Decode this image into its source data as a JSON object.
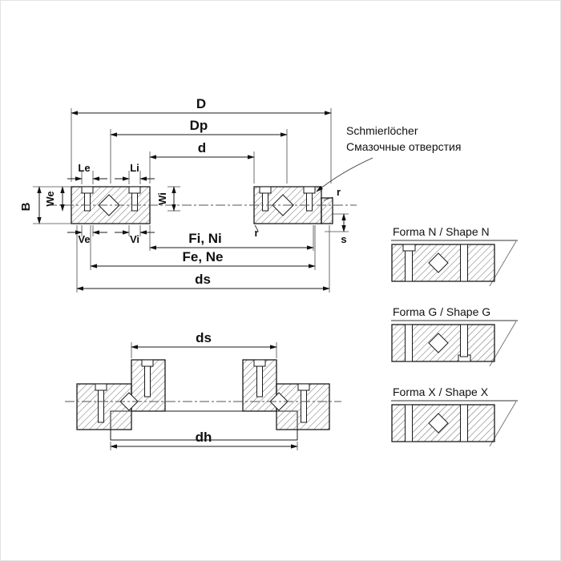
{
  "annotation": {
    "grease_de": "Schmierlöcher",
    "grease_ru": "Смазочные отверстия"
  },
  "top": {
    "dims": {
      "D": "D",
      "Dp": "Dp",
      "d": "d",
      "Le": "Le",
      "Li": "Li",
      "We": "We",
      "Wi": "Wi",
      "B": "B",
      "Ve": "Ve",
      "Vi": "Vi",
      "FiNi": "Fi, Ni",
      "FeNe": "Fe, Ne",
      "ds": "ds",
      "r_top": "r",
      "r_bottom": "r",
      "s": "s"
    }
  },
  "bottom": {
    "dims": {
      "ds": "ds",
      "dh": "dh"
    }
  },
  "forms": [
    {
      "title": "Forma N / Shape N"
    },
    {
      "title": "Forma G / Shape G"
    },
    {
      "title": "Forma X / Shape X"
    }
  ]
}
